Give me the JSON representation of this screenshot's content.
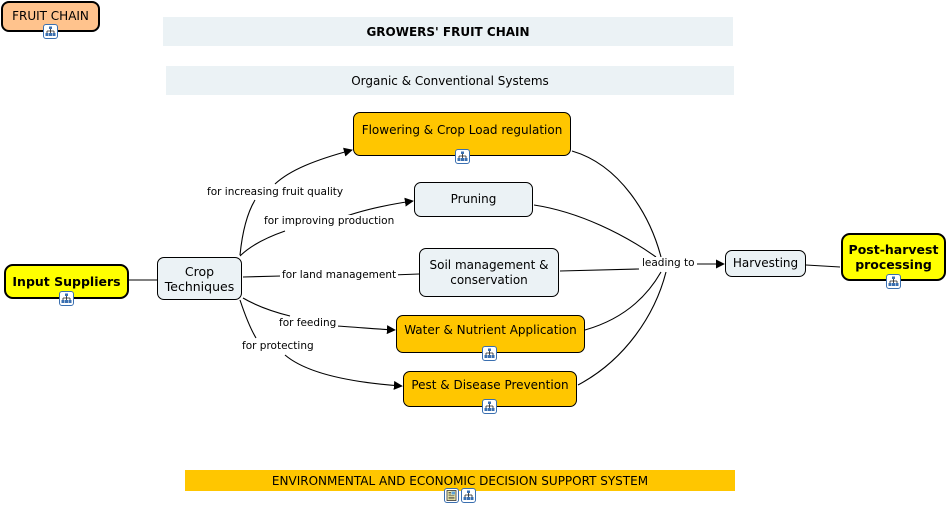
{
  "title_bands": {
    "main_title": "GROWERS' FRUIT CHAIN",
    "subtitle": "Organic & Conventional Systems",
    "footer": "ENVIRONMENTAL AND ECONOMIC DECISION SUPPORT SYSTEM"
  },
  "nodes": {
    "fruit_chain": "FRUIT CHAIN",
    "input_suppliers": "Input Suppliers",
    "crop_techniques": "Crop Techniques",
    "flowering": "Flowering & Crop Load regulation",
    "pruning": "Pruning",
    "soil": "Soil management & conservation",
    "water": "Water & Nutrient Application",
    "pest": "Pest & Disease Prevention",
    "harvesting": "Harvesting",
    "post_harvest": "Post-harvest processing"
  },
  "links": {
    "quality": "for increasing fruit quality",
    "production": "for improving production",
    "land": "for land management",
    "feeding": "for feeding",
    "protecting": "for protecting",
    "leading": "leading to"
  },
  "icons": {
    "submap": "concept-map-submap-icon",
    "document": "document-resource-icon"
  },
  "colors": {
    "light_node": "#ebf2f5",
    "gold_node": "#ffc600",
    "yellow_node": "#ffff00",
    "peach_node": "#ffc38d"
  }
}
